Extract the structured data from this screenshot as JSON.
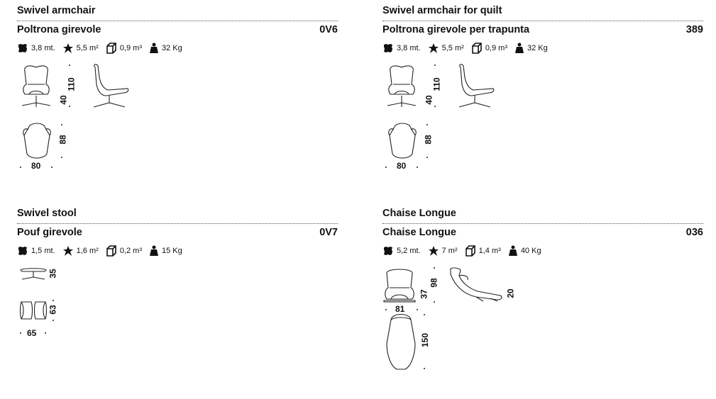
{
  "cards": [
    {
      "title_en": "Swivel armchair",
      "title_it": "Poltrona girevole",
      "code": "0V6",
      "specs": {
        "leather": "3,8 mt.",
        "surface": "5,5 m²",
        "volume": "0,9 m³",
        "weight": "32 Kg"
      },
      "dims": {
        "height": "110",
        "seat": "40",
        "depth": "88",
        "width": "80"
      }
    },
    {
      "title_en": "Swivel armchair for quilt",
      "title_it": "Poltrona girevole per trapunta",
      "code": "389",
      "specs": {
        "leather": "3,8 mt.",
        "surface": "5,5 m²",
        "volume": "0,9 m³",
        "weight": "32 Kg"
      },
      "dims": {
        "height": "110",
        "seat": "40",
        "depth": "88",
        "width": "80"
      }
    },
    {
      "title_en": "Swivel stool",
      "title_it": "Pouf girevole",
      "code": "0V7",
      "specs": {
        "leather": "1,5 mt.",
        "surface": "1,6 m²",
        "volume": "0,2 m³",
        "weight": "15 Kg"
      },
      "dims": {
        "height": "35",
        "depth": "63",
        "width": "65"
      }
    },
    {
      "title_en": "Chaise Longue",
      "title_it": "Chaise Longue",
      "code": "036",
      "specs": {
        "leather": "5,2 mt.",
        "surface": "7 m²",
        "volume": "1,4 m³",
        "weight": "40 Kg"
      },
      "dims": {
        "height": "98",
        "seat": "37",
        "width": "81",
        "depth": "150",
        "side": "20"
      }
    }
  ],
  "icons": [
    "hide-icon",
    "surface-star-icon",
    "volume-box-icon",
    "weight-icon"
  ]
}
